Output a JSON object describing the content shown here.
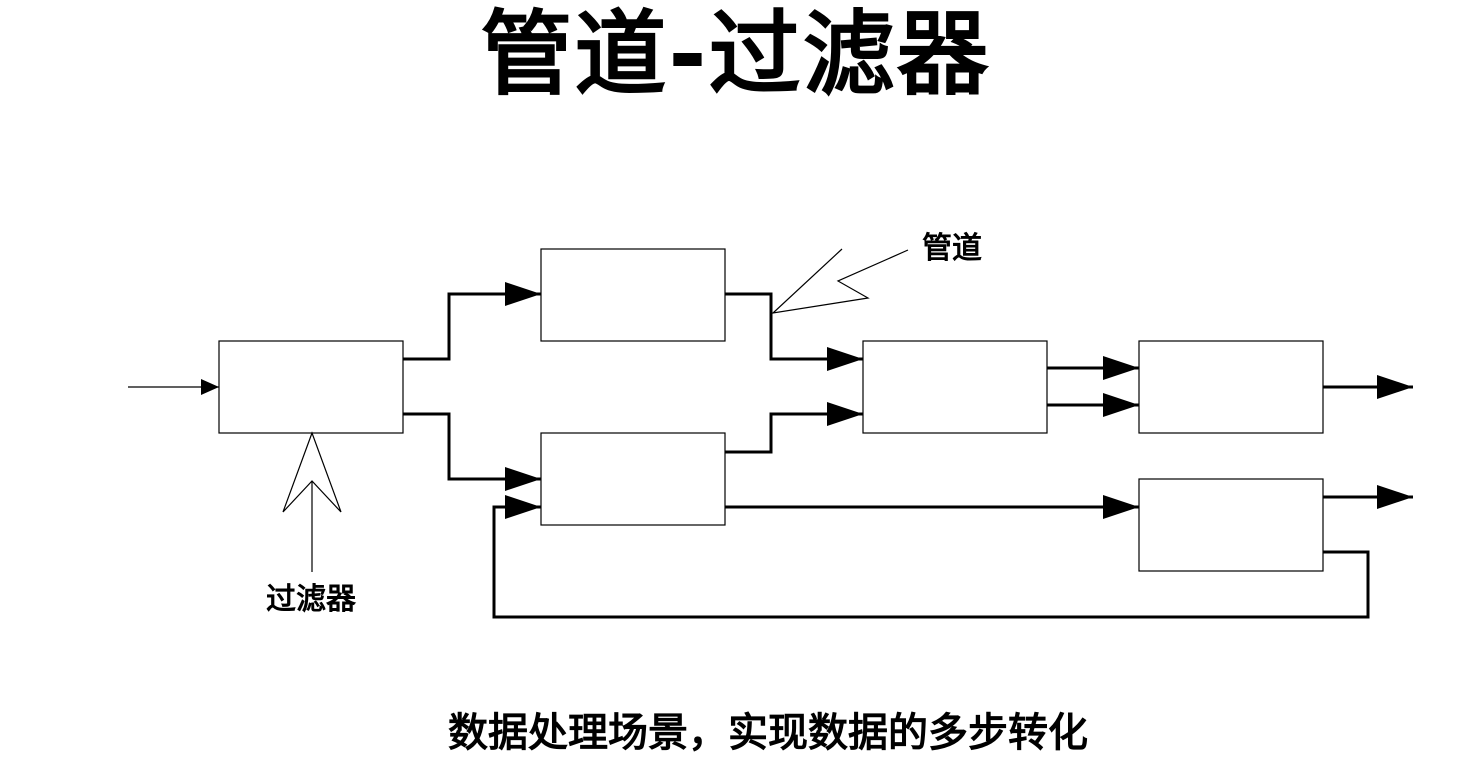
{
  "title": "管道-过滤器",
  "subtitle": "数据处理场景，实现数据的多步转化",
  "labels": {
    "pipe": "管道",
    "filter": "过滤器"
  },
  "colors": {
    "line": "#000000",
    "background": "#ffffff"
  }
}
